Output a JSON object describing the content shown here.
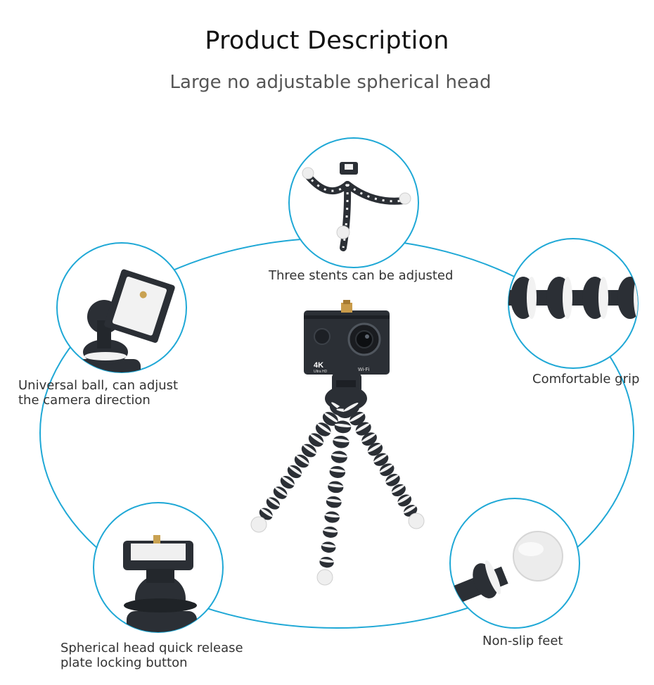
{
  "header": {
    "title": "Product Description",
    "subtitle": "Large no adjustable spherical head"
  },
  "camera": {
    "badge": "4K",
    "badge_sub": "Ultra HD",
    "wifi": "Wi-Fi"
  },
  "features": [
    {
      "label": "Three stents can be adjusted",
      "icon": "tripod-detail-image"
    },
    {
      "label_line1": "Universal ball, can adjust",
      "label_line2": "the camera direction",
      "icon": "ball-head-image"
    },
    {
      "label": "Comfortable grip",
      "icon": "leg-grip-image"
    },
    {
      "label_line1": "Spherical head quick release",
      "label_line2": "plate locking button",
      "icon": "quick-release-plate-image"
    },
    {
      "label": "Non-slip feet",
      "icon": "foot-image"
    }
  ],
  "colors": {
    "accent": "#1fa8d6",
    "tripod_dark": "#2b2f35",
    "tripod_light": "#f2f2f2"
  }
}
